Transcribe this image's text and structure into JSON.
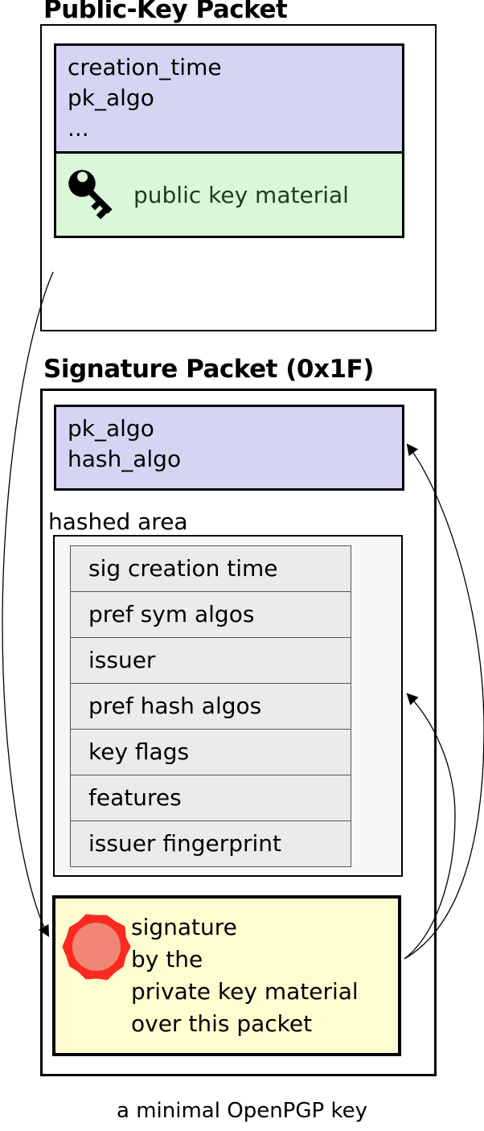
{
  "page": {
    "caption": "a minimal OpenPGP key",
    "background": "#ffffff"
  },
  "public_key_packet": {
    "title": "Public-Key Packet",
    "fields_box": {
      "color": "#d5d5f3",
      "fields": [
        "creation_time",
        "pk_algo",
        "..."
      ]
    },
    "key_material_box": {
      "color": "#d8f8d8",
      "text_color": "#1d3d1d",
      "icon": "key-icon",
      "label": "public key material"
    }
  },
  "signature_packet": {
    "title": "Signature Packet (0x1F)",
    "algo_box": {
      "color": "#d5d5f3",
      "fields": [
        "pk_algo",
        "hash_algo"
      ]
    },
    "hashed_area": {
      "label": "hashed area",
      "row_color": "#ebebeb",
      "rows": [
        "sig creation time",
        "pref sym algos",
        "issuer",
        "pref hash algos",
        "key flags",
        "features",
        "issuer fingerprint"
      ]
    },
    "signature_box": {
      "color": "#fdfdd0",
      "icon": "wax-seal-icon",
      "seal_colors": {
        "outer": "#fb2a20",
        "inner": "#f08676"
      },
      "lines": [
        "signature",
        "by the",
        "private key material",
        "over this packet"
      ]
    }
  },
  "arrows": {
    "pk_packet_to_signature": "public-key packet content signed into signature box",
    "signature_to_algo_box": "signature covers pk_algo/hash_algo fields",
    "signature_to_hashed_area": "signature covers hashed area"
  }
}
